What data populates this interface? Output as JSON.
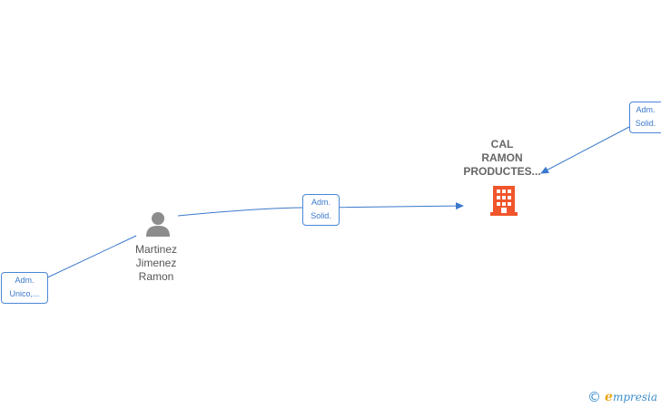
{
  "nodes": {
    "company": {
      "name_lines": [
        "CAL",
        "RAMON",
        "PRODUCTES..."
      ],
      "icon": "building-icon",
      "color": "#f0552b"
    },
    "person": {
      "name_lines": [
        "Martinez",
        "Jimenez",
        "Ramon"
      ],
      "icon": "person-icon",
      "color": "#8c8c8c"
    }
  },
  "edges": [
    {
      "label_lines": [
        "Adm.",
        "Solid."
      ]
    },
    {
      "label_lines": [
        "Adm.",
        "Solid."
      ]
    },
    {
      "label_lines": [
        "Adm.",
        "Unico,..."
      ]
    }
  ],
  "footer": {
    "copyright_symbol": "©",
    "brand_initial": "e",
    "brand_rest": "mpresia"
  },
  "colors": {
    "link": "#3a78cc",
    "label_border": "#4a86d6",
    "brand": "#3a8ccc",
    "brand_accent": "#e8a61c"
  }
}
